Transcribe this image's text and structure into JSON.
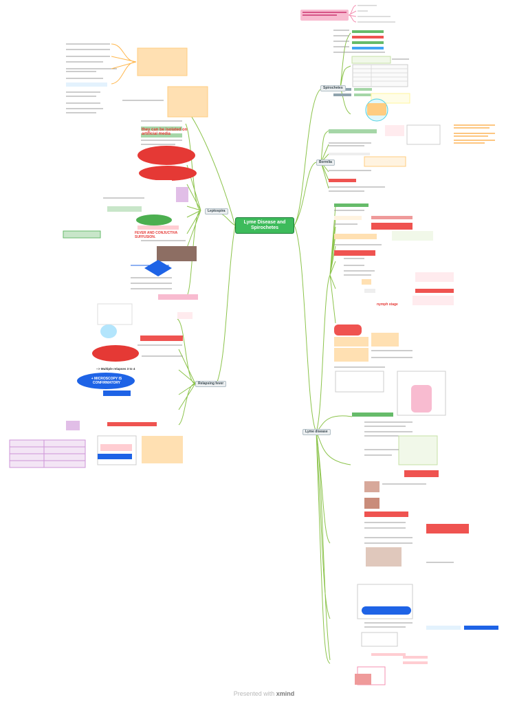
{
  "central_topic": "Lyme Disease and Spirochetes",
  "branches": {
    "leptospira": "Leptospira",
    "relapsing_fever": "Relapsing fever",
    "spirochetes": "Spirochetes",
    "borrelia": "Borrelia",
    "lyme_disease": "Lyme disease"
  },
  "highlights": {
    "isolated": "they can be isolated on artificial media",
    "fever": "FEVER AND CONJUCTIVA SUFFUSION.",
    "microscopy": "+ MICROSCOPY IS CONFIRMATORY",
    "relapses": "--> Multiple relapses 3 to 4",
    "nymph": "nymph stage"
  },
  "footer": {
    "prefix": "Presented with",
    "brand": "xmind"
  },
  "colors": {
    "central": "#3dbb5b",
    "line": "#8bc34a",
    "red": "#e53935",
    "orange": "#ffe0b2",
    "blue": "#1e63e6",
    "pink": "#f8bbd0",
    "green": "#c8e6c9"
  }
}
